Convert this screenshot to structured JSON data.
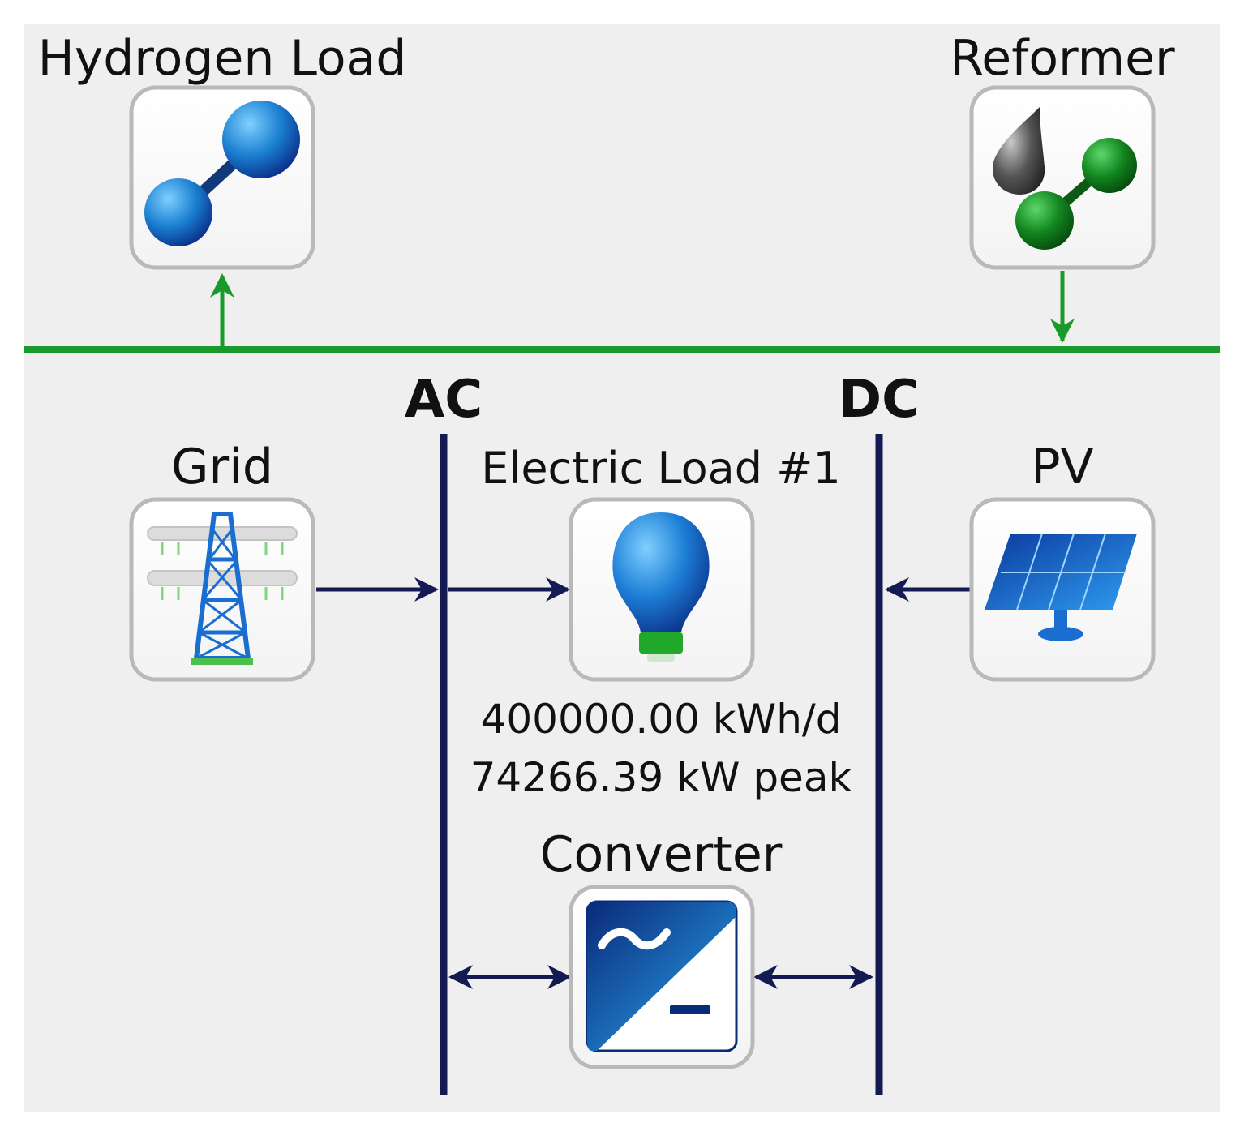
{
  "components": {
    "hydrogen_load": {
      "label": "Hydrogen Load",
      "icon": "hydrogen-molecule-icon"
    },
    "reformer": {
      "label": "Reformer",
      "icon": "reformer-icon"
    },
    "grid": {
      "label": "Grid",
      "icon": "transmission-tower-icon"
    },
    "electric_load": {
      "label": "Electric Load #1",
      "icon": "light-bulb-icon",
      "daily_energy": "400000.00 kWh/d",
      "peak_power": "74266.39 kW peak"
    },
    "pv": {
      "label": "PV",
      "icon": "solar-panel-icon"
    },
    "converter": {
      "label": "Converter",
      "icon": "converter-icon"
    }
  },
  "buses": {
    "ac": {
      "label": "AC"
    },
    "dc": {
      "label": "DC"
    }
  },
  "colors": {
    "background": "#efefef",
    "hydrogen_bus": "#1a9a2a",
    "electric_bus": "#141a52",
    "icon_blue": "#1565c0",
    "icon_green": "#137a1e"
  }
}
